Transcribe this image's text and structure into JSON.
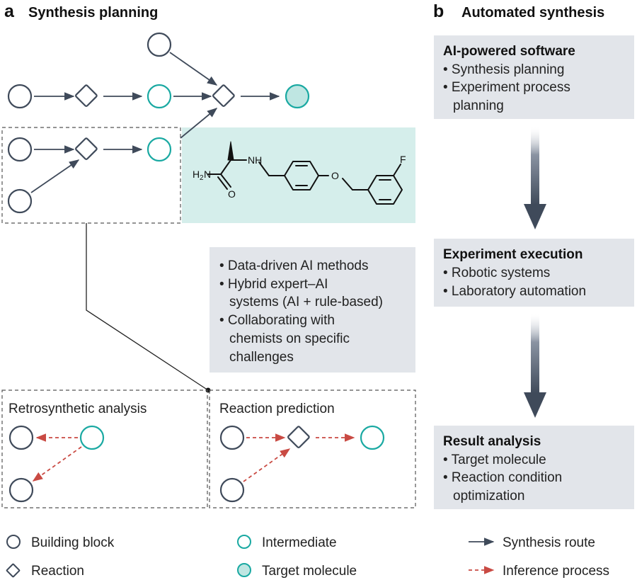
{
  "panel_a": {
    "letter": "a",
    "title": "Synthesis planning",
    "molecule_labels": {
      "nh": "NH",
      "h2n": "H",
      "h2n_sub": "2",
      "h2n_n": "N",
      "o_carbonyl": "O",
      "o_ether": "O",
      "f": "F"
    },
    "methods_box": {
      "lines": [
        "• Data-driven AI methods",
        "• Hybrid expert–AI",
        "systems (AI + rule-based)",
        "• Collaborating with",
        "chemists on specific",
        "challenges"
      ]
    },
    "retro_label": "Retrosynthetic analysis",
    "reaction_label": "Reaction prediction"
  },
  "panel_b": {
    "letter": "b",
    "title": "Automated synthesis",
    "boxes": [
      {
        "title": "AI-powered software",
        "lines": [
          "• Synthesis planning",
          "• Experiment process",
          "planning"
        ]
      },
      {
        "title": "Experiment execution",
        "lines": [
          "• Robotic systems",
          "• Laboratory automation"
        ]
      },
      {
        "title": "Result analysis",
        "lines": [
          "• Target molecule",
          "• Reaction condition",
          "optimization"
        ]
      }
    ]
  },
  "legend": {
    "building_block": "Building block",
    "reaction": "Reaction",
    "intermediate": "Intermediate",
    "target_molecule": "Target molecule",
    "synthesis_route": "Synthesis route",
    "inference_process": "Inference process"
  },
  "colors": {
    "dark_node": "#3f4a5a",
    "teal": "#1aa9a2",
    "teal_fill": "#bfe6e2",
    "mint_box": "#d5eeeb",
    "gray_box": "#e2e5ea",
    "red_dash": "#c94a43",
    "arrow": "#3f4a5a",
    "b_arrow": "#4a5466"
  }
}
